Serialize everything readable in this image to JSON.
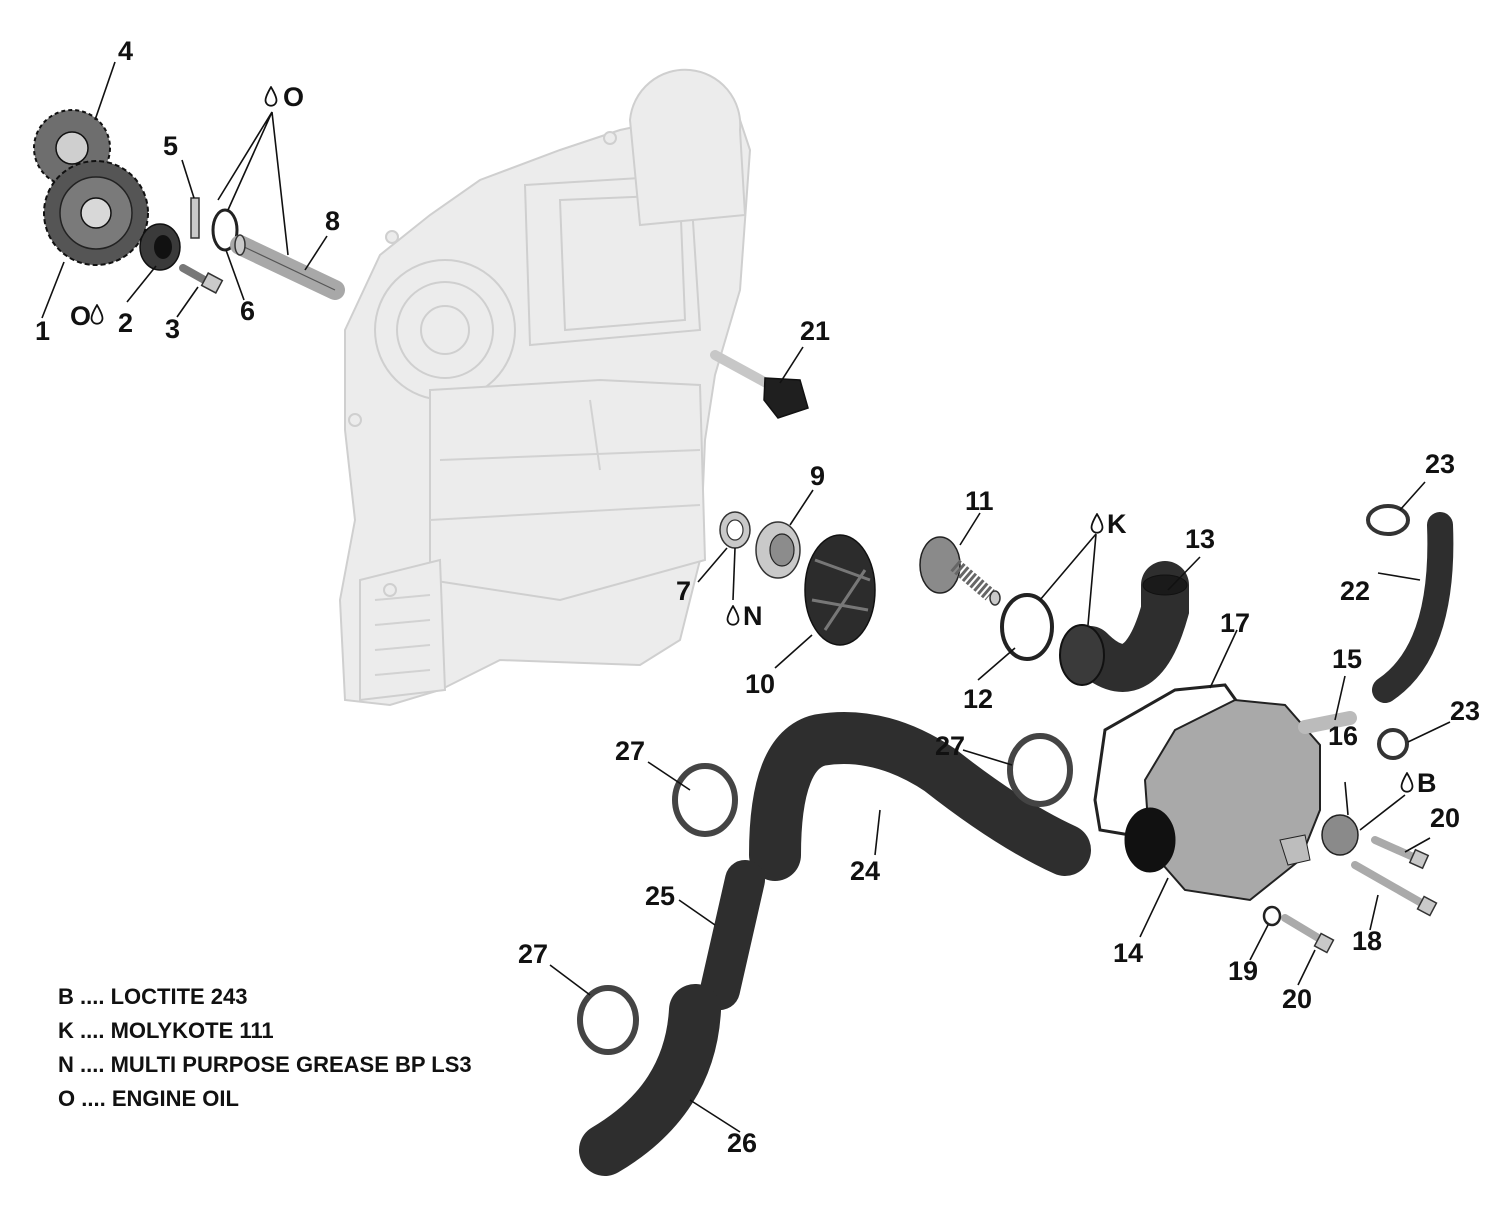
{
  "callouts": {
    "c1": "1",
    "c2": "2",
    "c3": "3",
    "c4": "4",
    "c5": "5",
    "c6": "6",
    "c7": "7",
    "c8": "8",
    "c9": "9",
    "c10": "10",
    "c11": "11",
    "c12": "12",
    "c13": "13",
    "c14": "14",
    "c15": "15",
    "c16": "16",
    "c17": "17",
    "c18": "18",
    "c19": "19",
    "c20a": "20",
    "c20b": "20",
    "c21": "21",
    "c22": "22",
    "c23a": "23",
    "c23b": "23",
    "c24": "24",
    "c25": "25",
    "c26": "26",
    "c27a": "27",
    "c27b": "27",
    "c27c": "27"
  },
  "lubricant_marks": {
    "o_top": "O",
    "o_left": "O",
    "n": "N",
    "k": "K",
    "b": "B"
  },
  "legend": [
    {
      "code": "B",
      "sep": "....",
      "text": "LOCTITE 243"
    },
    {
      "code": "K",
      "sep": "....",
      "text": "MOLYKOTE 111"
    },
    {
      "code": "N",
      "sep": "....",
      "text": "MULTI PURPOSE GREASE BP LS3"
    },
    {
      "code": "O",
      "sep": "....",
      "text": "ENGINE OIL"
    }
  ],
  "icons": [
    "drop-icon"
  ]
}
